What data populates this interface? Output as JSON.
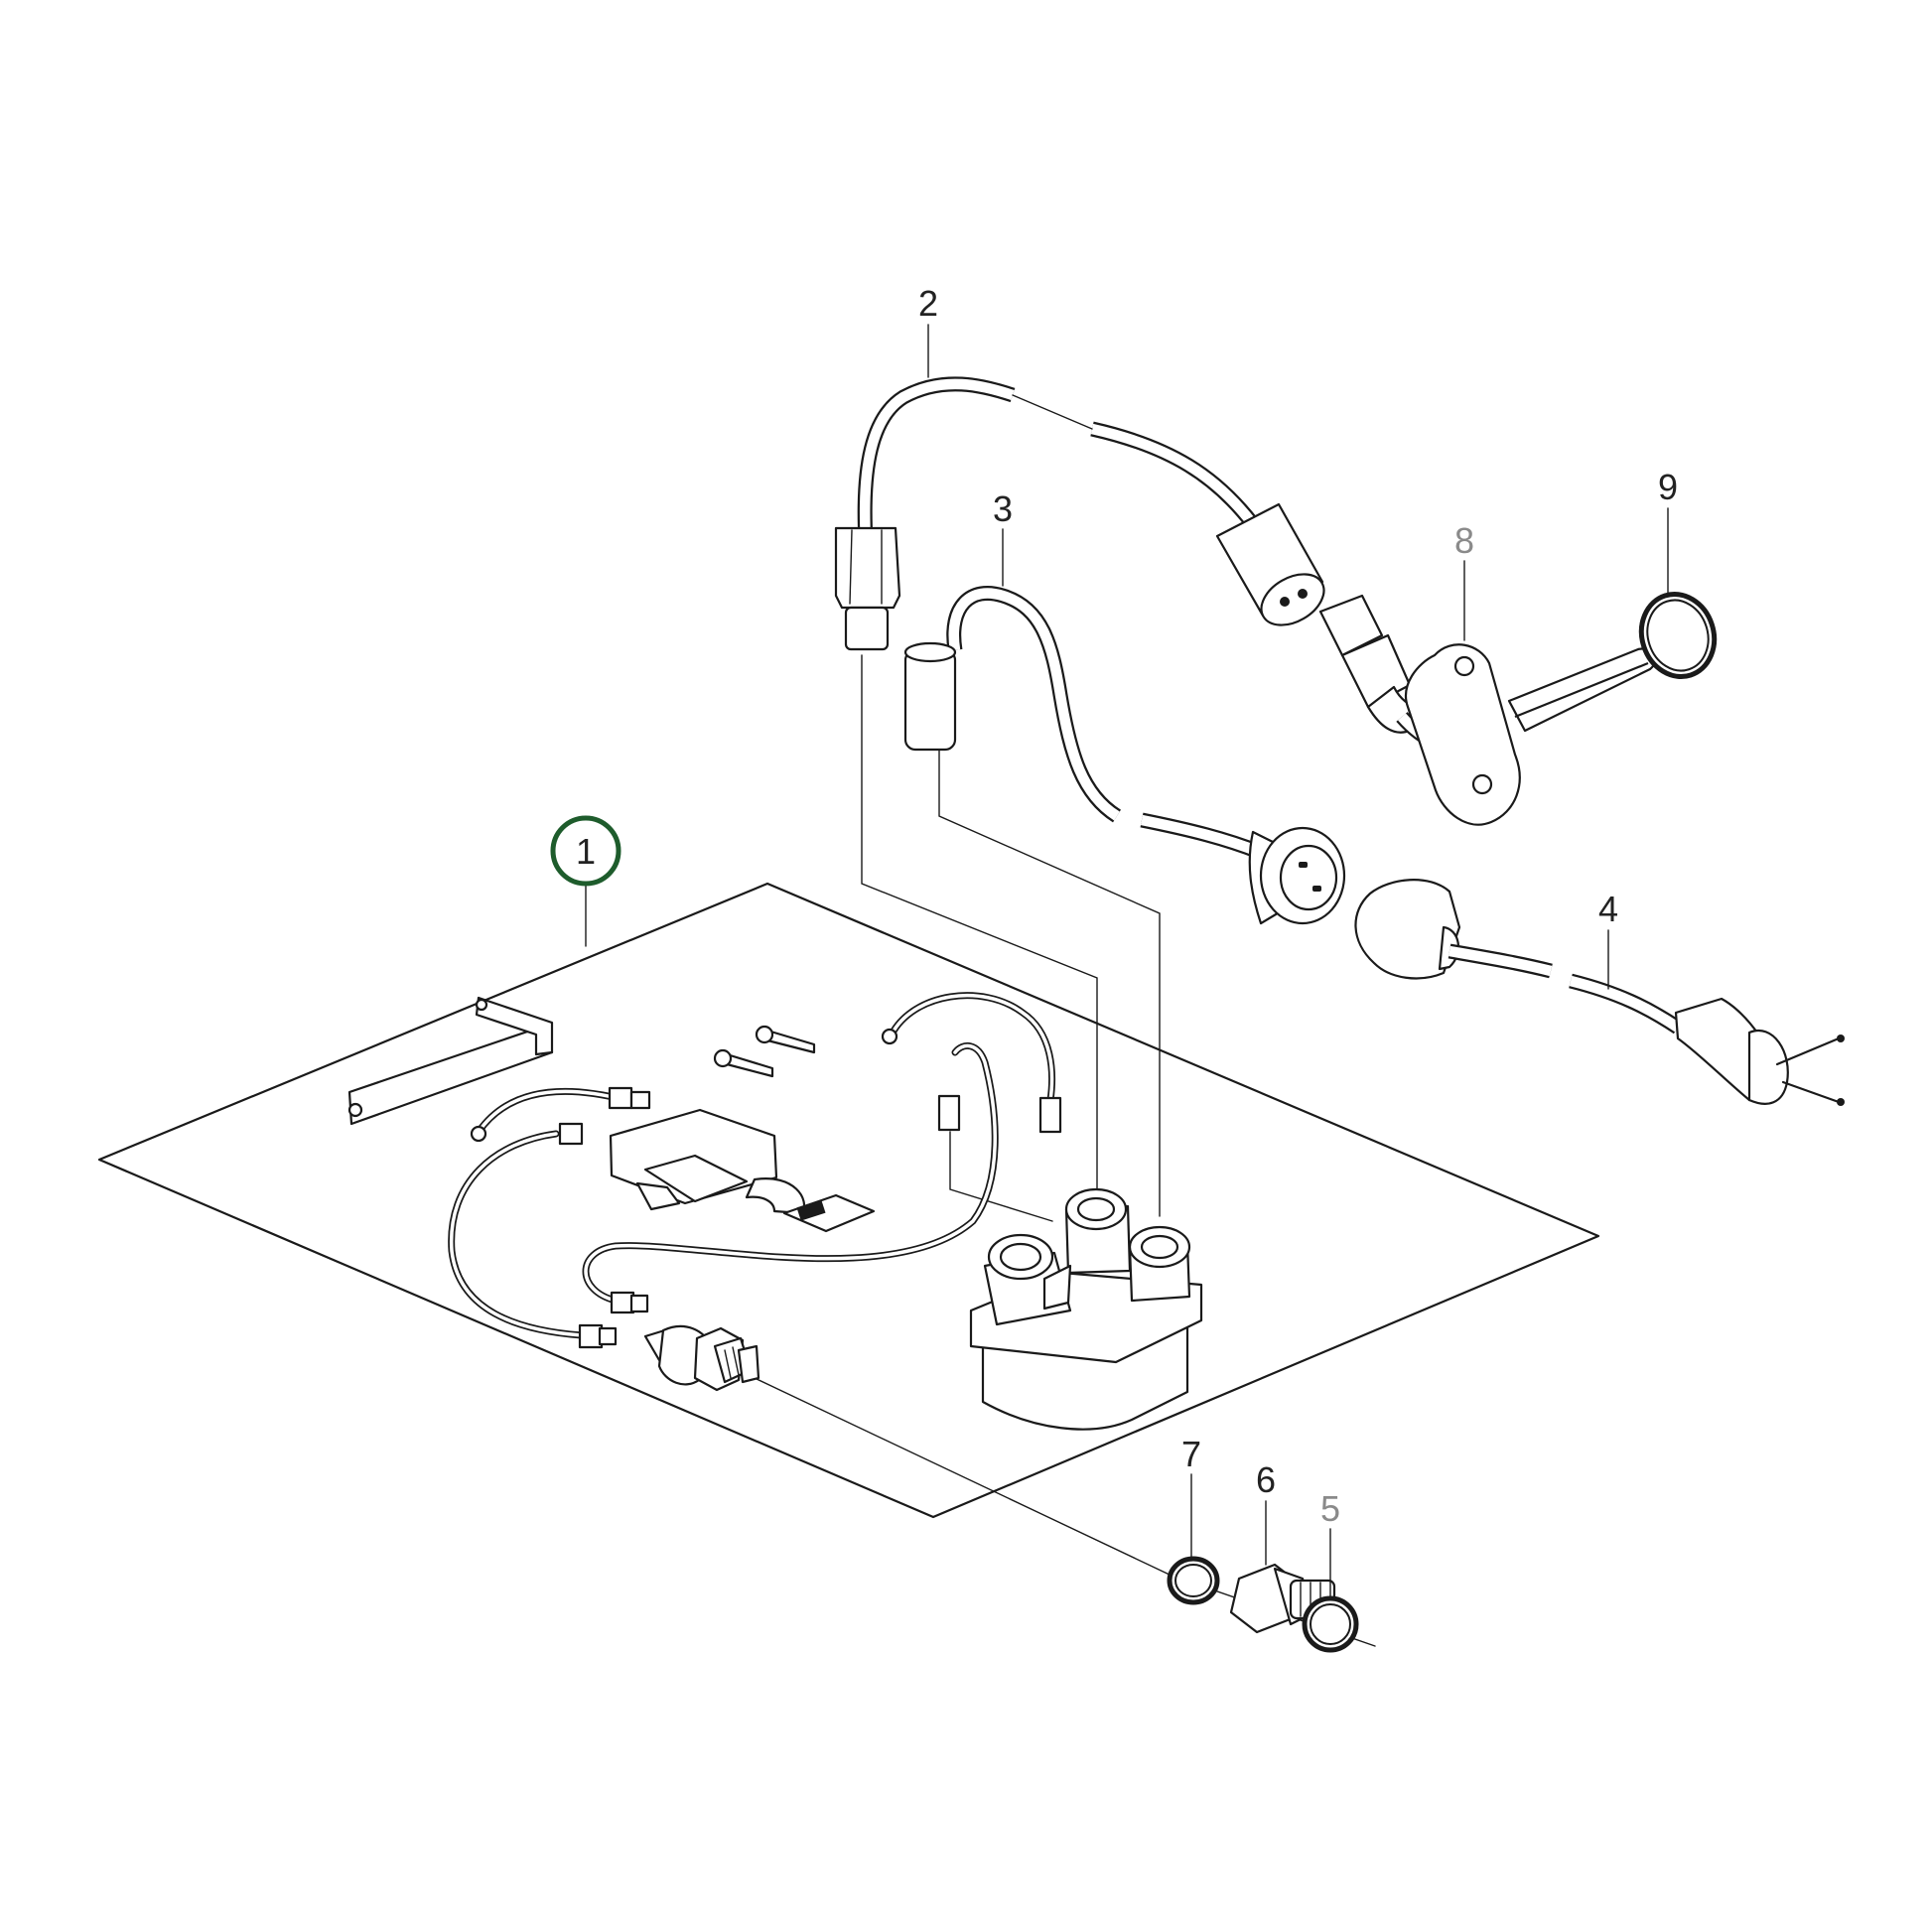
{
  "callouts": [
    {
      "id": "1",
      "label": "1",
      "highlighted": true
    },
    {
      "id": "2",
      "label": "2"
    },
    {
      "id": "3",
      "label": "3"
    },
    {
      "id": "4",
      "label": "4"
    },
    {
      "id": "5",
      "label": "5",
      "muted": true
    },
    {
      "id": "6",
      "label": "6"
    },
    {
      "id": "7",
      "label": "7"
    },
    {
      "id": "8",
      "label": "8",
      "muted": true
    },
    {
      "id": "9",
      "label": "9"
    }
  ],
  "colors": {
    "line": "#1a1a1a",
    "highlight_ring": "#1e5c2c",
    "muted_label": "#8a8a8a"
  }
}
